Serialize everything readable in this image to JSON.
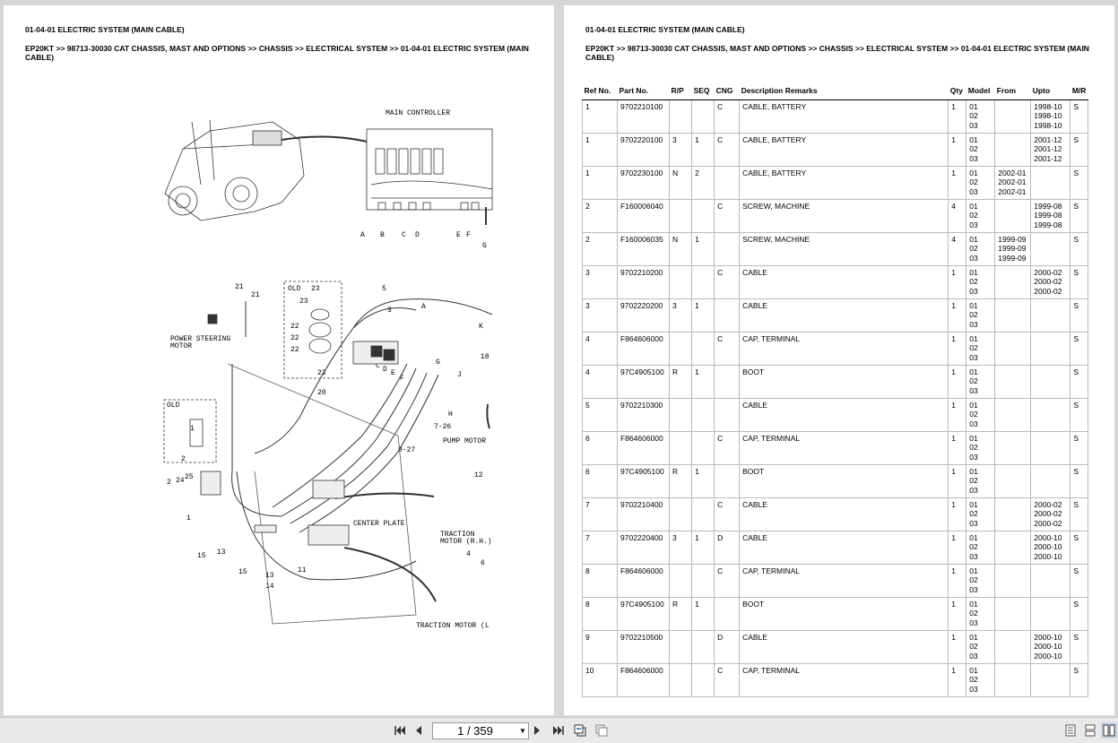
{
  "left_page": {
    "title": "01-04-01 ELECTRIC SYSTEM (MAIN CABLE)",
    "breadcrumb": "EP20KT >> 98713-30030 CAT CHASSIS, MAST AND OPTIONS >> CHASSIS >> ELECTRICAL SYSTEM >> 01-04-01 ELECTRIC SYSTEM (MAIN CABLE)",
    "diagram_labels": {
      "main_controller": "MAIN CONTROLLER",
      "power_steering_motor_1": "POWER STEERING",
      "power_steering_motor_2": "MOTOR",
      "pump_motor": "PUMP MOTOR",
      "center_plate": "CENTER PLATE",
      "traction_rh_1": "TRACTION",
      "traction_rh_2": "MOTOR (R.H.)",
      "traction_l": "TRACTION MOTOR (L",
      "old_1": "OLD",
      "old_2": "OLD",
      "letters_bottom": [
        "A",
        "B",
        "C",
        "D",
        "E",
        "F",
        "G"
      ],
      "callouts": [
        "21",
        "21",
        "5",
        "23",
        "23",
        "22",
        "22",
        "22",
        "23",
        "20",
        "18",
        "7-26",
        "9-27",
        "1",
        "2",
        "24",
        "25",
        "2",
        "1",
        "13",
        "15",
        "15",
        "13",
        "14",
        "11",
        "12",
        "4",
        "6",
        "3",
        "A",
        "B",
        "C",
        "D",
        "E",
        "F",
        "G",
        "H",
        "J",
        "K"
      ]
    }
  },
  "right_page": {
    "title": "01-04-01 ELECTRIC SYSTEM (MAIN CABLE)",
    "breadcrumb": "EP20KT >> 98713-30030 CAT CHASSIS, MAST AND OPTIONS >> CHASSIS >> ELECTRICAL SYSTEM >> 01-04-01 ELECTRIC SYSTEM (MAIN CABLE)",
    "columns": [
      "Ref No.",
      "Part No.",
      "R/P",
      "SEQ",
      "CNG",
      "Description Remarks",
      "Qty",
      "Model",
      "From",
      "Upto",
      "M/R"
    ],
    "rows": [
      {
        "ref": "1",
        "part": "9702210100",
        "rp": "",
        "seq": "",
        "cng": "C",
        "desc": "CABLE, BATTERY",
        "qty": "1",
        "model": "01\n02\n03",
        "from": "",
        "upto": "1998-10\n1998-10\n1998-10",
        "mr": "S"
      },
      {
        "ref": "1",
        "part": "9702220100",
        "rp": "3",
        "seq": "1",
        "cng": "C",
        "desc": "CABLE, BATTERY",
        "qty": "1",
        "model": "01\n02\n03",
        "from": "",
        "upto": "2001-12\n2001-12\n2001-12",
        "mr": "S"
      },
      {
        "ref": "1",
        "part": "9702230100",
        "rp": "N",
        "seq": "2",
        "cng": "",
        "desc": "CABLE, BATTERY",
        "qty": "1",
        "model": "01\n02\n03",
        "from": "2002-01\n2002-01\n2002-01",
        "upto": "",
        "mr": "S"
      },
      {
        "ref": "2",
        "part": "F160006040",
        "rp": "",
        "seq": "",
        "cng": "C",
        "desc": "SCREW, MACHINE",
        "qty": "4",
        "model": "01\n02\n03",
        "from": "",
        "upto": "1999-08\n1999-08\n1999-08",
        "mr": "S"
      },
      {
        "ref": "2",
        "part": "F160006035",
        "rp": "N",
        "seq": "1",
        "cng": "",
        "desc": "SCREW, MACHINE",
        "qty": "4",
        "model": "01\n02\n03",
        "from": "1999-09\n1999-09\n1999-09",
        "upto": "",
        "mr": "S"
      },
      {
        "ref": "3",
        "part": "9702210200",
        "rp": "",
        "seq": "",
        "cng": "C",
        "desc": "CABLE",
        "qty": "1",
        "model": "01\n02\n03",
        "from": "",
        "upto": "2000-02\n2000-02\n2000-02",
        "mr": "S"
      },
      {
        "ref": "3",
        "part": "9702220200",
        "rp": "3",
        "seq": "1",
        "cng": "",
        "desc": "CABLE",
        "qty": "1",
        "model": "01\n02\n03",
        "from": "",
        "upto": "",
        "mr": "S"
      },
      {
        "ref": "4",
        "part": "F864606000",
        "rp": "",
        "seq": "",
        "cng": "C",
        "desc": "CAP, TERMINAL",
        "qty": "1",
        "model": "01\n02\n03",
        "from": "",
        "upto": "",
        "mr": "S"
      },
      {
        "ref": "4",
        "part": "97C4905100",
        "rp": "R",
        "seq": "1",
        "cng": "",
        "desc": "BOOT",
        "qty": "1",
        "model": "01\n02\n03",
        "from": "",
        "upto": "",
        "mr": "S"
      },
      {
        "ref": "5",
        "part": "9702210300",
        "rp": "",
        "seq": "",
        "cng": "",
        "desc": "CABLE",
        "qty": "1",
        "model": "01\n02\n03",
        "from": "",
        "upto": "",
        "mr": "S"
      },
      {
        "ref": "6",
        "part": "F864606000",
        "rp": "",
        "seq": "",
        "cng": "C",
        "desc": "CAP, TERMINAL",
        "qty": "1",
        "model": "01\n02\n03",
        "from": "",
        "upto": "",
        "mr": "S"
      },
      {
        "ref": "6",
        "part": "97C4905100",
        "rp": "R",
        "seq": "1",
        "cng": "",
        "desc": "BOOT",
        "qty": "1",
        "model": "01\n02\n03",
        "from": "",
        "upto": "",
        "mr": "S"
      },
      {
        "ref": "7",
        "part": "9702210400",
        "rp": "",
        "seq": "",
        "cng": "C",
        "desc": "CABLE",
        "qty": "1",
        "model": "01\n02\n03",
        "from": "",
        "upto": "2000-02\n2000-02\n2000-02",
        "mr": "S"
      },
      {
        "ref": "7",
        "part": "9702220400",
        "rp": "3",
        "seq": "1",
        "cng": "D",
        "desc": "CABLE",
        "qty": "1",
        "model": "01\n02\n03",
        "from": "",
        "upto": "2000-10\n2000-10\n2000-10",
        "mr": "S"
      },
      {
        "ref": "8",
        "part": "F864606000",
        "rp": "",
        "seq": "",
        "cng": "C",
        "desc": "CAP, TERMINAL",
        "qty": "1",
        "model": "01\n02\n03",
        "from": "",
        "upto": "",
        "mr": "S"
      },
      {
        "ref": "8",
        "part": "97C4905100",
        "rp": "R",
        "seq": "1",
        "cng": "",
        "desc": "BOOT",
        "qty": "1",
        "model": "01\n02\n03",
        "from": "",
        "upto": "",
        "mr": "S"
      },
      {
        "ref": "9",
        "part": "9702210500",
        "rp": "",
        "seq": "",
        "cng": "D",
        "desc": "CABLE",
        "qty": "1",
        "model": "01\n02\n03",
        "from": "",
        "upto": "2000-10\n2000-10\n2000-10",
        "mr": "S"
      },
      {
        "ref": "10",
        "part": "F864606000",
        "rp": "",
        "seq": "",
        "cng": "C",
        "desc": "CAP, TERMINAL",
        "qty": "1",
        "model": "01\n02\n03",
        "from": "",
        "upto": "",
        "mr": "S"
      }
    ]
  },
  "toolbar": {
    "page_indicator": "1 / 359",
    "icons": [
      "first-page-icon",
      "prev-page-icon",
      "next-page-icon",
      "last-page-icon",
      "back-view-icon",
      "forward-view-icon",
      "single-page-icon",
      "continuous-page-icon",
      "two-page-icon"
    ]
  }
}
